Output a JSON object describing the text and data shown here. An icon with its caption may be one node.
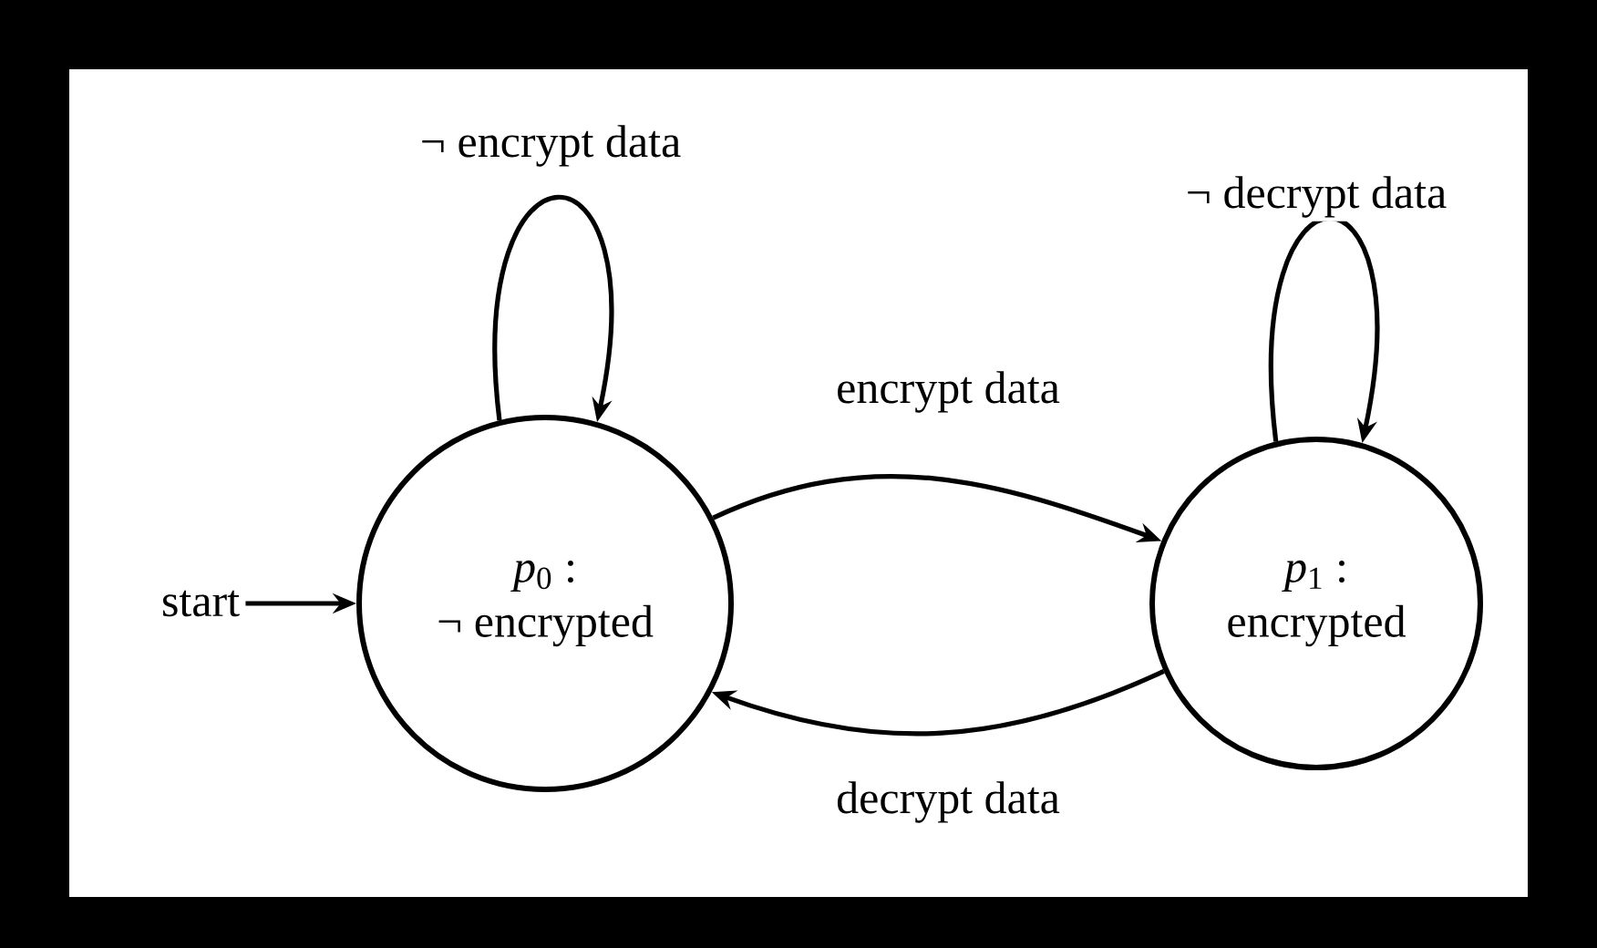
{
  "diagram": {
    "nodes": [
      {
        "text": [
          "start"
        ]
      },
      {
        "text": [
          "*p*$_{0}$ :",
          "¬ encrypted"
        ]
      },
      {
        "text": [
          "*p*$_{1}$ :",
          "encrypted"
        ]
      }
    ],
    "edges": [
      {
        "from": 0,
        "to": 1,
        "arrow": "to"
      },
      {
        "from": 1,
        "to": 1,
        "arrow": "to",
        "label": "¬ encrypt data"
      },
      {
        "from": 1,
        "to": 2,
        "arrow": "to",
        "label": "encrypt data"
      },
      {
        "from": 2,
        "to": 1,
        "arrow": "to",
        "label": "decrypt data"
      },
      {
        "from": 2,
        "to": 2,
        "arrow": "to",
        "label": "¬ decrypt data"
      }
    ]
  }
}
